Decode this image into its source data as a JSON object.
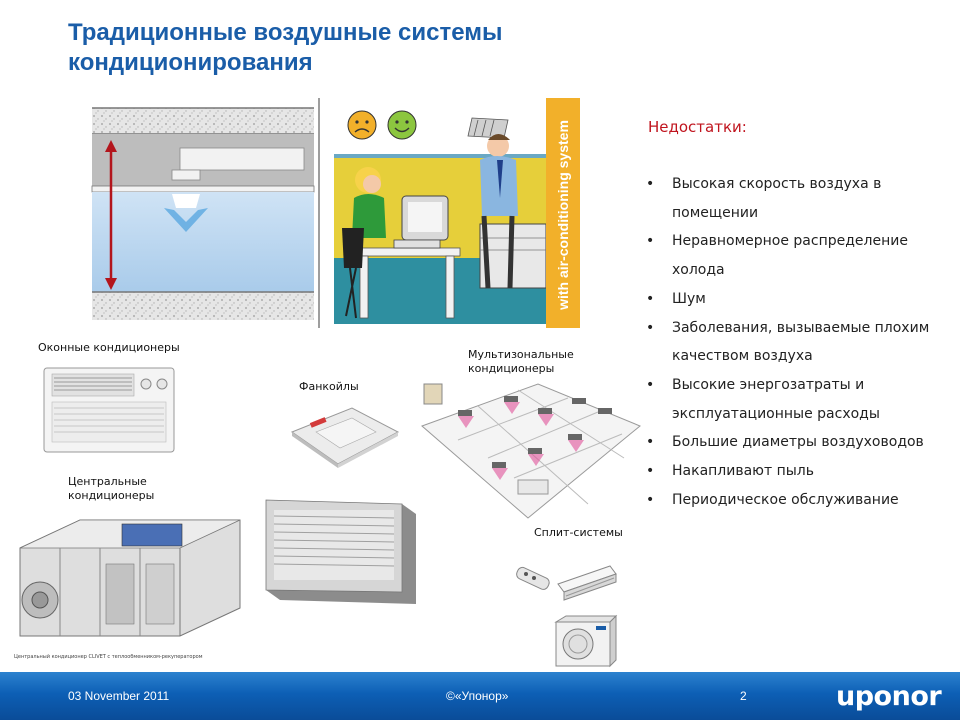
{
  "title": {
    "line1": "Традиционные воздушные системы",
    "line2": "кондиционирования"
  },
  "illustration": {
    "side_text": "with air-conditioning system"
  },
  "disadvantages": {
    "heading": "Недостатки:",
    "items": [
      "Высокая скорость воздуха в помещении",
      "Неравномерное распределение холода",
      "Шум",
      "Заболевания, вызываемые плохим качеством воздуха",
      "Высокие энергозатраты и эксплуатационные расходы",
      "Большие диаметры воздуховодов",
      "Накапливают пыль",
      "Периодическое обслуживание"
    ]
  },
  "labels": {
    "window_ac": "Оконные кондиционеры",
    "fancoils": "Фанкойлы",
    "multizone_1": "Мультизональные",
    "multizone_2": "кондиционеры",
    "central_1": "Центральные",
    "central_2": "кондиционеры",
    "split": "Сплит-системы",
    "central_caption": "Центральный кондиционер CLIVET с теплообменником-рекуператором"
  },
  "footer": {
    "date": "03 November 2011",
    "copyright": "©«Упонор»",
    "page": "2",
    "logo": "uponor"
  },
  "colors": {
    "title": "#1a5da8",
    "heading": "#c0141e",
    "footer": "#0d5fb5",
    "strip": "#f2b02a"
  }
}
